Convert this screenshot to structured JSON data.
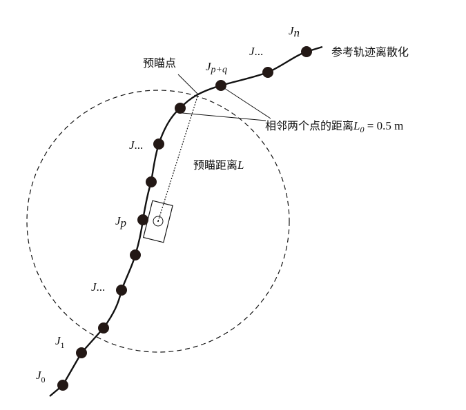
{
  "colors": {
    "ink": "#111111",
    "point": "#231815"
  },
  "labels": {
    "j0": {
      "main": "J",
      "sub": "0"
    },
    "j1": {
      "main": "J",
      "sub": "1"
    },
    "j_dots_low": {
      "main": "J",
      "rest": "..."
    },
    "jp": {
      "main": "J",
      "sub": "p"
    },
    "j_dots_mid": {
      "main": "J",
      "rest": "..."
    },
    "jpq": {
      "main": "J",
      "sub": "p+q"
    },
    "j_dots_high": {
      "main": "J",
      "rest": "..."
    },
    "jn": {
      "main": "J",
      "sub": "n"
    }
  },
  "annotations": {
    "lookahead_point": "预瞄点",
    "discretization": "参考轨迹离散化",
    "adjacent_distance": "相邻两个点的距离",
    "adjacent_symbol": "L",
    "adjacent_symbol_sub": "0",
    "adjacent_value": " = 0.5 m",
    "lookahead_distance": "预瞄距离",
    "lookahead_symbol": "L"
  }
}
